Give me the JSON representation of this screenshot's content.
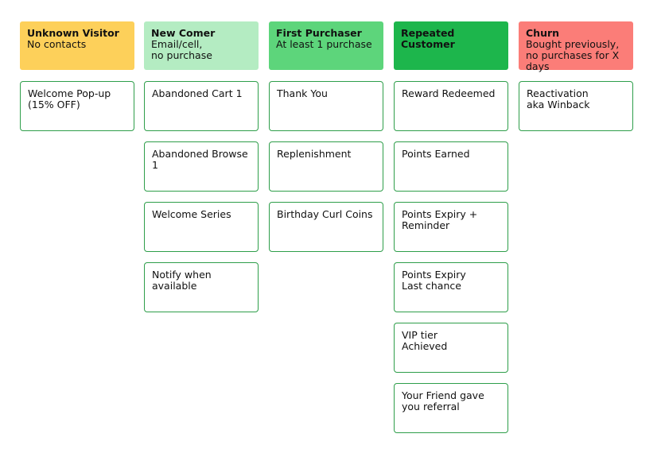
{
  "columns": [
    {
      "title": "Unknown Visitor",
      "subtitle": "No contacts",
      "color": "#fdd05a",
      "cards": [
        "Welcome Pop-up\n(15% OFF)"
      ]
    },
    {
      "title": "New Comer",
      "subtitle": "Email/cell,\nno purchase",
      "color": "#b4ecc2",
      "cards": [
        "Abandoned Cart 1",
        "Abandoned Browse 1",
        "Welcome Series",
        "Notify when\navailable"
      ]
    },
    {
      "title": "First Purchaser",
      "subtitle": "At least 1 purchase",
      "color": "#5dd57b",
      "cards": [
        "Thank You",
        "Replenishment",
        "Birthday Curl Coins"
      ]
    },
    {
      "title": "Repeated\nCustomer",
      "subtitle": "",
      "color": "#1db64c",
      "cards": [
        "Reward Redeemed",
        "Points Earned",
        "Points Expiry +\nReminder",
        "Points Expiry\nLast chance",
        "VIP tier\nAchieved",
        "Your Friend gave\nyou referral"
      ]
    },
    {
      "title": "Churn",
      "subtitle": "Bought previously,\nno purchases for X days",
      "color": "#fb7d78",
      "cards": [
        "Reactivation\naka Winback"
      ]
    }
  ],
  "card_border_color": "#2e9e4a"
}
